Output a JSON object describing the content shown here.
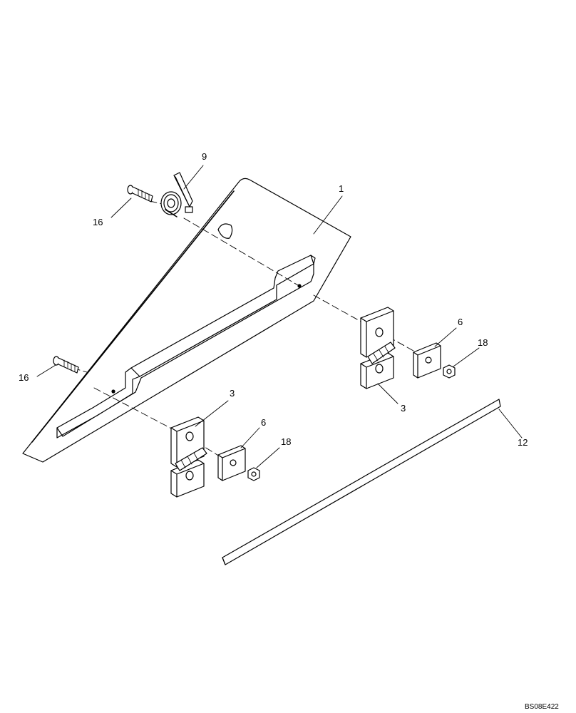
{
  "diagram": {
    "drawing_id": "BS08E422",
    "callouts": [
      {
        "key": "panel",
        "label": "1"
      },
      {
        "key": "hinge_lower",
        "label": "3"
      },
      {
        "key": "hinge_upper",
        "label": "3"
      },
      {
        "key": "plate_lower",
        "label": "6"
      },
      {
        "key": "plate_upper",
        "label": "6"
      },
      {
        "key": "latch",
        "label": "9"
      },
      {
        "key": "strip",
        "label": "12"
      },
      {
        "key": "bolt_upper",
        "label": "16"
      },
      {
        "key": "bolt_lower",
        "label": "16"
      },
      {
        "key": "nut_lower",
        "label": "18"
      },
      {
        "key": "nut_upper",
        "label": "18"
      }
    ]
  }
}
